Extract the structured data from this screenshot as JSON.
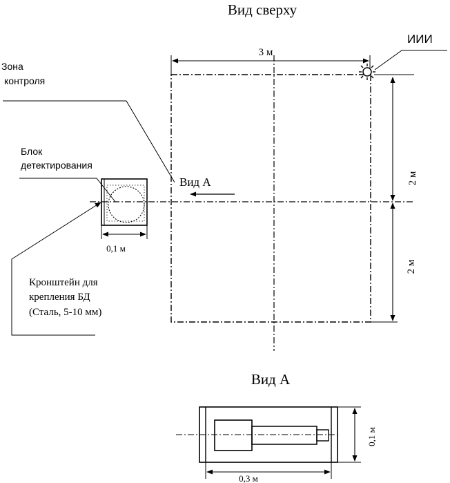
{
  "top_view": {
    "title": "Вид сверху",
    "dim_width": "3 м",
    "dim_height_upper": "2 м",
    "dim_height_lower": "2 м",
    "source_label": "ИИИ",
    "control_zone_line1": "Зона",
    "control_zone_line2": "контроля",
    "view_a_label": "Вид  А",
    "detector_line1": "Блок",
    "detector_line2": "детектирования",
    "detector_dim": "0,1 м",
    "bracket_line1": "Кронштейн для",
    "bracket_line2": "крепления БД",
    "bracket_line3": "(Сталь, 5-10 мм)"
  },
  "view_a": {
    "title": "Вид А",
    "dim_height": "0,1 м",
    "dim_width": "0,3 м"
  }
}
